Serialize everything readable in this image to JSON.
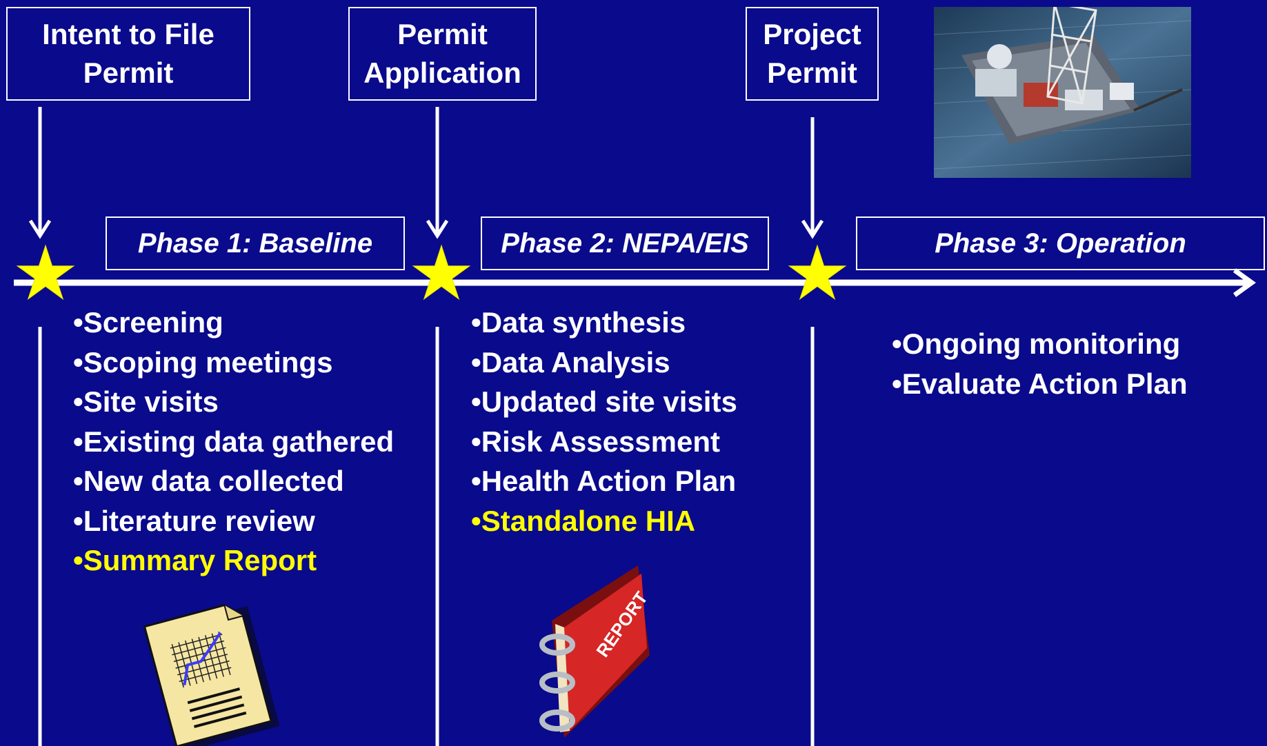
{
  "milestones": [
    {
      "id": "intent",
      "line1": "Intent to File",
      "line2": "Permit"
    },
    {
      "id": "application",
      "line1": "Permit",
      "line2": "Application"
    },
    {
      "id": "project",
      "line1": "Project",
      "line2": "Permit"
    }
  ],
  "phases": [
    {
      "label": "Phase 1: Baseline"
    },
    {
      "label": "Phase 2: NEPA/EIS"
    },
    {
      "label": "Phase 3: Operation"
    }
  ],
  "phase1_items": [
    "•Screening",
    "•Scoping meetings",
    "•Site visits",
    "•Existing data gathered",
    "•New data collected",
    "•Literature review"
  ],
  "phase1_highlight": "•Summary Report",
  "phase2_items": [
    "•Data synthesis",
    "•Data Analysis",
    "•Updated site visits",
    "•Risk Assessment",
    "•Health Action Plan"
  ],
  "phase2_highlight": "•Standalone HIA",
  "phase3_items": [
    "•Ongoing monitoring",
    "•Evaluate Action Plan"
  ],
  "images": {
    "rig_photo": "offshore-oil-rig-photo",
    "summary_doc": "chart-document-icon",
    "report_binder": "report-binder-icon",
    "binder_text": "REPORT"
  },
  "colors": {
    "background": "#0a0a8c",
    "highlight": "#ffff00",
    "star": "#ffff00",
    "line": "#ffffff"
  }
}
